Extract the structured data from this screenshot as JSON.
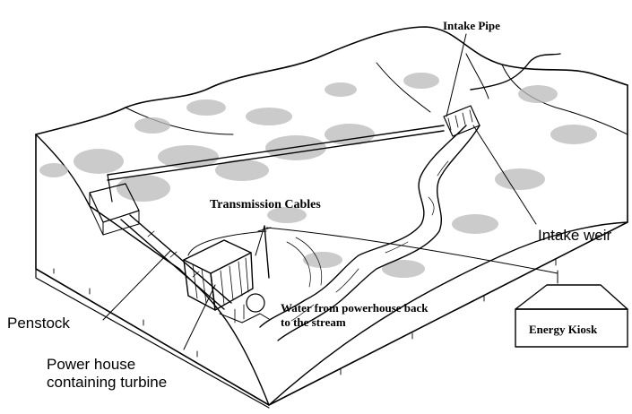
{
  "labels": {
    "intake_pipe": "Intake Pipe",
    "transmission_cables": "Transmission Cables",
    "intake_weir": "Intake weir",
    "water_return_line1": "Water from powerhouse back",
    "water_return_line2": "to the stream",
    "penstock": "Penstock",
    "power_house_line1": "Power house",
    "power_house_line2": "containing turbine",
    "energy_kiosk": "Energy Kiosk"
  },
  "colors": {
    "ink": "#000000",
    "background": "#ffffff",
    "vegetation": "#b9b9b9"
  }
}
